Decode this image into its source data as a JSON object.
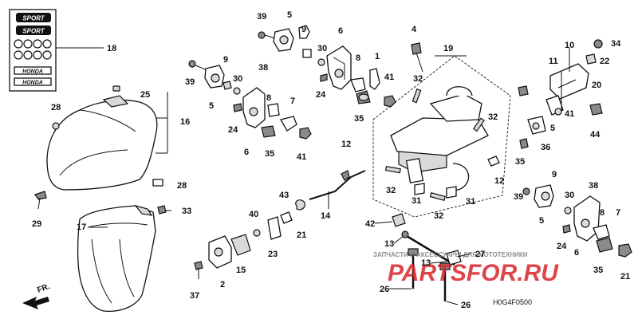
{
  "callouts": {
    "n1": "1",
    "n2": "2",
    "n4": "4",
    "n5": "5",
    "n6": "6",
    "n7": "7",
    "n8": "8",
    "n9": "9",
    "n10": "10",
    "n11": "11",
    "n12": "12",
    "n13": "13",
    "n14": "14",
    "n15": "15",
    "n16": "16",
    "n17": "17",
    "n18": "18",
    "n19": "19",
    "n20": "20",
    "n21": "21",
    "n22": "22",
    "n23": "23",
    "n24": "24",
    "n25": "25",
    "n26": "26",
    "n27": "27",
    "n28": "28",
    "n29": "29",
    "n30": "30",
    "n31": "31",
    "n32": "32",
    "n33": "33",
    "n34": "34",
    "n35": "35",
    "n36": "36",
    "n37": "37",
    "n38": "38",
    "n39": "39",
    "n40": "40",
    "n41": "41",
    "n42": "42",
    "n43": "43",
    "n44": "44"
  },
  "decal": {
    "label_top": "SPORT",
    "label_honda": "HONDA"
  },
  "front_indicator": "FR.",
  "diagram_code": "H0G4F0500",
  "watermark": {
    "line1": "ЗАПЧАСТИ И АКСЕССУАРЫ ДЛЯ МОТОТЕХНИКИ",
    "logo": "PARTSFOR.RU"
  },
  "colors": {
    "ink": "#111111",
    "watermark": "#d9252a",
    "watermark_text": "#7a7a7a"
  }
}
